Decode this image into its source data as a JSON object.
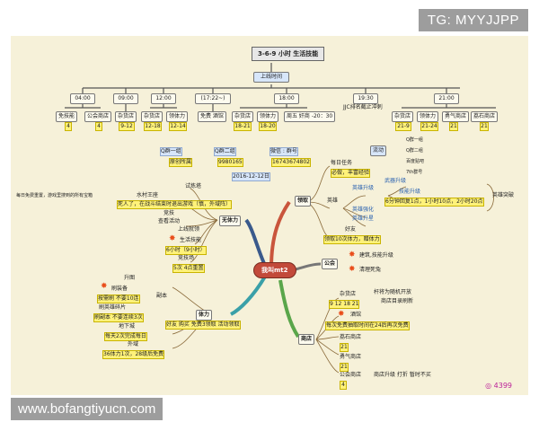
{
  "watermark_top": "TG: MYYJJPP",
  "watermark_bottom": "www.bofangtiyucn.com",
  "title": "3-6-9 小时 生活技能",
  "online": "上线时间",
  "times": [
    "04:00",
    "09:00",
    "12:00",
    "(17:22~)",
    "18:00",
    "19:30",
    "21:00"
  ],
  "time_items": {
    "t0400": [
      "免技能",
      "公会商店",
      "4",
      "4"
    ],
    "t0900": [
      "杂货店",
      "9-12"
    ],
    "t1200": [
      "杂货店",
      "领体力",
      "12-18",
      "12-14"
    ],
    "t1722": [
      "免费 酒馆"
    ],
    "t1800": [
      "杂货店",
      "领体力",
      "18-21",
      "18-20",
      "周五 奸商 -20：30"
    ],
    "t1930": [
      "JJC排名截止冲刺"
    ],
    "t2100": [
      "杂货店",
      "领体力",
      "勇气商店",
      "荔石商店",
      "21-9",
      "21-24",
      "21",
      "21"
    ]
  },
  "ids": {
    "labels": [
      "Q群一组",
      "Q群二组",
      "微信 : 群号",
      "百度贴吧",
      "7th群号"
    ],
    "values": [
      "原创所属",
      "9980165",
      "16743674802"
    ],
    "date": "2016-12-12日"
  },
  "flow_label": "流动",
  "center": "我叫mt2",
  "branches": {
    "left_free": "无体力",
    "left_stamina": "体力",
    "right_main": "领取",
    "right_guild": "公会",
    "right_shop": "商店"
  },
  "left_free_items": [
    "试炼塔",
    "水村王座",
    "死人了，在战斗结束时退出游戏（慎，外域阵）",
    "竞技",
    "查看活动",
    "上线就领",
    "生活技能",
    "6小时（9小时）",
    "竞技场",
    "5次 4点重置"
  ],
  "left_free_note": "每日免费重置，游戏里搜到的所有宝箱",
  "left_stamina_items": [
    "升图",
    "刷装备",
    "按需刷 不要10连",
    "刷英雄碎片",
    "刷副本 不要连续3次",
    "副本",
    "地下城",
    "每天2次完成每日",
    "外域",
    "36体力1次，28级后免费",
    "好友 购买 免费3领取 活动领取"
  ],
  "right_main_items": [
    "每日任务",
    "必做，丰富经验",
    "英雄",
    "英雄升级",
    "武器升级",
    "技能升级",
    "6分钟回复1点，1小时10点，2小时20点",
    "英雄强化",
    "英雄升星",
    "英雄突破",
    "好友",
    "领取10次体力，赠体力"
  ],
  "right_guild_items": [
    "建筑,技能升级",
    "清理死兔"
  ],
  "right_shop_items": [
    "杂货店",
    "9 12 18 21",
    "杆将为随机开放",
    "商店目录刷新",
    "酒馆",
    "每次免费抽取时间在24后再次免费",
    "荔石商店",
    "21",
    "勇气商店",
    "21",
    "公会商店",
    "商店升级 打折 暂时不买",
    "4"
  ]
}
